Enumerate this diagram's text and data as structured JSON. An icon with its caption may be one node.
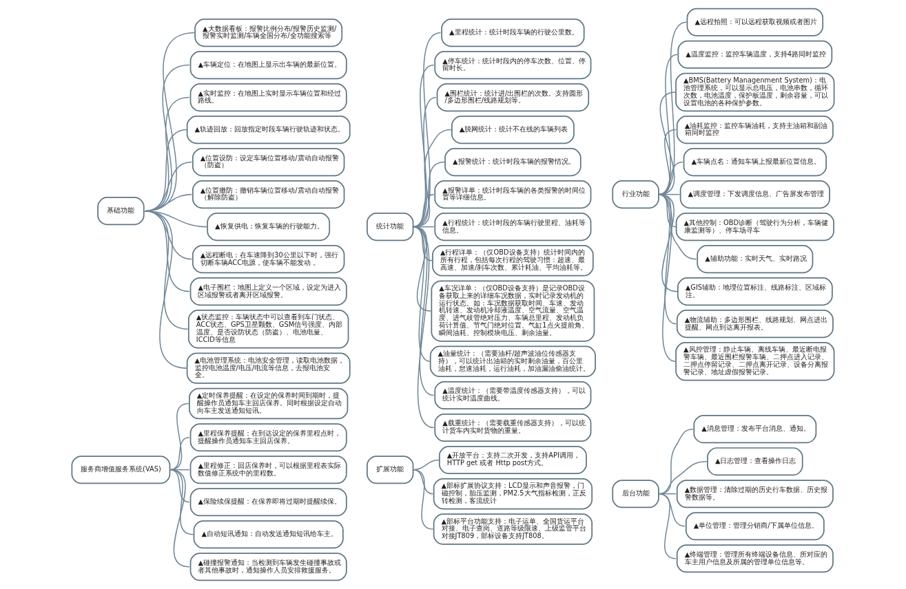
{
  "diagram": {
    "nodes": [
      {
        "text": [
          "基础功能"
        ]
      },
      {
        "text": [
          "▲大数据看板：报警比例分布/报警历史监测/报警实时监测/车辆全国分布/全功能搜索等"
        ]
      },
      {
        "text": [
          "▲车辆定位：在地图上显示出车辆的最新位置。"
        ]
      },
      {
        "text": [
          "▲实时监控：在地图上实时显示车辆位置和经过路线。"
        ]
      },
      {
        "text": [
          "▲轨迹回放：回放指定时段车辆行驶轨迹和状态。"
        ]
      },
      {
        "text": [
          "▲位置设防：设定车辆位置移动/震动自动报警（防盗）"
        ]
      },
      {
        "text": [
          "▲位置撤防：撤销车辆位置移动/震动自动报警（解除防盗）"
        ]
      },
      {
        "text": [
          "▲恢复供电：恢复车辆的行驶能力。"
        ]
      },
      {
        "text": [
          "▲远程断电：在车速降到30公里以下时，强行切断车辆ACC电源，使车辆不能发动 。"
        ]
      },
      {
        "text": [
          "▲电子围栏：地图上定义一个区域，设定为进入区域报警或者离开区域报警。"
        ]
      },
      {
        "text": [
          "▲状态监控：车辆状态中可以查看到车门状态、ACC状态、GPS卫星颗数、GSM信号强度、内部温度、是否设防状态（防盗）、电池电量、ICCID等信息"
        ]
      },
      {
        "text": [
          "▲电池管理系统：电池安全管理，读取电池数据，监控电池温度/电压/电流等信息，去报电池安全。"
        ]
      },
      {
        "text": [
          "统计功能"
        ]
      },
      {
        "text": [
          "▲里程统计：统计时段车辆的行驶公里数。"
        ]
      },
      {
        "text": [
          "▲停车统计：统计时段内的停车次数、位置、停留时长。"
        ]
      },
      {
        "text": [
          "▲围栏统计：统计进/出围栏的次数。支持圆形/多边形围栏/线路规划等。"
        ]
      },
      {
        "text": [
          "▲脱网统计：统计不在线的车辆列表"
        ]
      },
      {
        "text": [
          "▲报警统计：统计时段车辆的报警情况。"
        ]
      },
      {
        "text": [
          "▲报警详单：统计时段车辆的各类报警的时间位置等详细信息。"
        ]
      },
      {
        "text": [
          "▲行程统计：统计时段的车辆行驶里程、油耗等信息。"
        ]
      },
      {
        "text": [
          "▲行程详单：（仅OBD设备支持）统计时间内的所有行程，包括每次行程的驾驶习惯：超速、最高速、加速/刹车次数、累计耗油、平均油耗等。"
        ]
      },
      {
        "text": [
          "▲车况详单：（仅OBD设备支持）是记录OBD设备获取上来的详细车况数据，实时记录发动机的运行状态。如：车况数据获取时间、车速、发动机转速、发动机冷却液温度、空气流量、空气温度、进气歧管绝对压力、车辆总里程、发动机负荷计算值、节气门绝对位置、气缸1点火提前角、瞬间油耗、控制模块电压、剩余油量。"
        ]
      },
      {
        "text": [
          "▲油量统计：（需要油杆/超声波油位传感器支持），可以统计出油箱的实时剩余油量，百公里油耗，怠速油耗，运行油耗，加油漏油偷油统计。"
        ]
      },
      {
        "text": [
          "▲温度统计：（需要带温度传感器支持），可以统计实时温度曲线。"
        ]
      },
      {
        "text": [
          "▲载重统计：（需要载重传感器支持），可以统计货车内实时货物的重量。"
        ]
      },
      {
        "text": [
          "行业功能"
        ]
      },
      {
        "text": [
          "▲远程拍照：可以远程获取视频或者图片"
        ]
      },
      {
        "text": [
          "▲温度监控：监控车辆温度，支持4路同时监控"
        ]
      },
      {
        "text": [
          "▲BMS(Battery Managenment System)：电池管理系统，可以显示总电压，电池串数，循环次数，电池温度，保护板温度，剩余容量，可以设置电池的各种保护参数。"
        ]
      },
      {
        "text": [
          "▲油耗监控：监控车辆油耗，支持主油箱和副油箱同时监控"
        ]
      },
      {
        "text": [
          "▲车辆点名：通知车辆上报最新位置信息。"
        ]
      },
      {
        "text": [
          "▲调度管理：下发调度信息、广告屏发布管理"
        ]
      },
      {
        "text": [
          "▲其他控制：OBD诊断（驾驶行为分析，车辆健康监测等）、停车场寻车"
        ]
      },
      {
        "text": [
          "▲辅助功能：实时天气、实时路况"
        ]
      },
      {
        "text": [
          "▲GIS辅助：地理位置标注、线路标注、区域标注。"
        ]
      },
      {
        "text": [
          "▲物流辅助：多边形围栏、线路规划、网点进出提醒、网点到达离开报表。"
        ]
      },
      {
        "text": [
          "▲风控管理：静止车辆、离线车辆、最近断电报警车辆、最近围栏报警车辆、二押点进入记录、二押点停留记录、二押点离开记录、设备分离报警记录、地址虚假报警记录。"
        ]
      },
      {
        "text": [
          "服务商增值服务系统(VAS)"
        ]
      },
      {
        "text": [
          "▲定时保养提醒：在设定的保养时间到期时，提醒操作员通知车主回店保养。同时根据设定自动向车主发送通知短讯。"
        ]
      },
      {
        "text": [
          "▲里程保养提醒：在到达设定的保养里程点时，提醒操作员通知车主回店保养。"
        ]
      },
      {
        "text": [
          "▲里程修正：回店保养时，可以根据里程表实际数值修正系统中的里程数。"
        ]
      },
      {
        "text": [
          "▲保险续保提醒：在保养即将过期时提醒续保。"
        ]
      },
      {
        "text": [
          "▲自动短讯通知：自动发送通知短讯给车主。"
        ]
      },
      {
        "text": [
          "▲碰撞报警通知：当检测到车辆发生碰撞事故或者其他事故时，通知操作人员安排救援服务。"
        ]
      },
      {
        "text": [
          "扩展功能"
        ]
      },
      {
        "text": [
          "▲开放平台：支持二次开发，支持API调用，HTTP get 或者 Http post方式。"
        ]
      },
      {
        "text": [
          "▲部标扩展协议支持：LCD显示和声音报警，门磁控制，胎压监测，PM2.5大气指标检测，正反转检测，客流统计"
        ]
      },
      {
        "text": [
          "▲部标平台功能支持：电子运单、全国货运平台对接、电子查岗、道路等级限速、上级监管平台对接JT809，部标设备支持JT808。"
        ]
      },
      {
        "text": [
          "后台功能"
        ]
      },
      {
        "text": [
          "▲消息管理：发布平台消息、通知。"
        ]
      },
      {
        "text": [
          "▲日志管理：查看操作日志"
        ]
      },
      {
        "text": [
          "▲数据管理：清除过期的历史行车数据、历史报警数据等。"
        ]
      },
      {
        "text": [
          "▲单位管理：管理分销商/下属单位信息。"
        ]
      },
      {
        "text": [
          "▲终端管理：管理所有终端设备信息、所对应的车主用户信息及所属的管理单位信息等。"
        ]
      }
    ],
    "edges": [
      {
        "from": 0,
        "to": 1,
        "arrow": "none"
      },
      {
        "from": 0,
        "to": 2,
        "arrow": "none"
      },
      {
        "from": 0,
        "to": 3,
        "arrow": "none"
      },
      {
        "from": 0,
        "to": 4,
        "arrow": "none"
      },
      {
        "from": 0,
        "to": 5,
        "arrow": "none"
      },
      {
        "from": 0,
        "to": 6,
        "arrow": "none"
      },
      {
        "from": 0,
        "to": 7,
        "arrow": "none"
      },
      {
        "from": 0,
        "to": 8,
        "arrow": "none"
      },
      {
        "from": 0,
        "to": 9,
        "arrow": "none"
      },
      {
        "from": 0,
        "to": 10,
        "arrow": "none"
      },
      {
        "from": 0,
        "to": 11,
        "arrow": "none"
      },
      {
        "from": 12,
        "to": 13,
        "arrow": "none"
      },
      {
        "from": 12,
        "to": 14,
        "arrow": "none"
      },
      {
        "from": 12,
        "to": 15,
        "arrow": "none"
      },
      {
        "from": 12,
        "to": 16,
        "arrow": "none"
      },
      {
        "from": 12,
        "to": 17,
        "arrow": "none"
      },
      {
        "from": 12,
        "to": 18,
        "arrow": "none"
      },
      {
        "from": 12,
        "to": 19,
        "arrow": "none"
      },
      {
        "from": 12,
        "to": 20,
        "arrow": "none"
      },
      {
        "from": 12,
        "to": 21,
        "arrow": "none"
      },
      {
        "from": 12,
        "to": 22,
        "arrow": "none"
      },
      {
        "from": 12,
        "to": 23,
        "arrow": "none"
      },
      {
        "from": 12,
        "to": 24,
        "arrow": "none"
      },
      {
        "from": 25,
        "to": 26,
        "arrow": "none"
      },
      {
        "from": 25,
        "to": 27,
        "arrow": "none"
      },
      {
        "from": 25,
        "to": 28,
        "arrow": "none"
      },
      {
        "from": 25,
        "to": 29,
        "arrow": "none"
      },
      {
        "from": 25,
        "to": 30,
        "arrow": "none"
      },
      {
        "from": 25,
        "to": 31,
        "arrow": "none"
      },
      {
        "from": 25,
        "to": 32,
        "arrow": "none"
      },
      {
        "from": 25,
        "to": 33,
        "arrow": "none"
      },
      {
        "from": 25,
        "to": 34,
        "arrow": "none"
      },
      {
        "from": 25,
        "to": 35,
        "arrow": "none"
      },
      {
        "from": 25,
        "to": 36,
        "arrow": "none"
      },
      {
        "from": 37,
        "to": 38,
        "arrow": "none"
      },
      {
        "from": 37,
        "to": 39,
        "arrow": "none"
      },
      {
        "from": 37,
        "to": 40,
        "arrow": "none"
      },
      {
        "from": 37,
        "to": 41,
        "arrow": "none"
      },
      {
        "from": 37,
        "to": 42,
        "arrow": "none"
      },
      {
        "from": 37,
        "to": 43,
        "arrow": "none"
      },
      {
        "from": 44,
        "to": 45,
        "arrow": "none"
      },
      {
        "from": 44,
        "to": 46,
        "arrow": "none"
      },
      {
        "from": 44,
        "to": 47,
        "arrow": "none"
      },
      {
        "from": 48,
        "to": 49,
        "arrow": "none"
      },
      {
        "from": 48,
        "to": 50,
        "arrow": "none"
      },
      {
        "from": 48,
        "to": 51,
        "arrow": "none"
      },
      {
        "from": 48,
        "to": 52,
        "arrow": "none"
      },
      {
        "from": 48,
        "to": 53,
        "arrow": "none"
      }
    ]
  }
}
